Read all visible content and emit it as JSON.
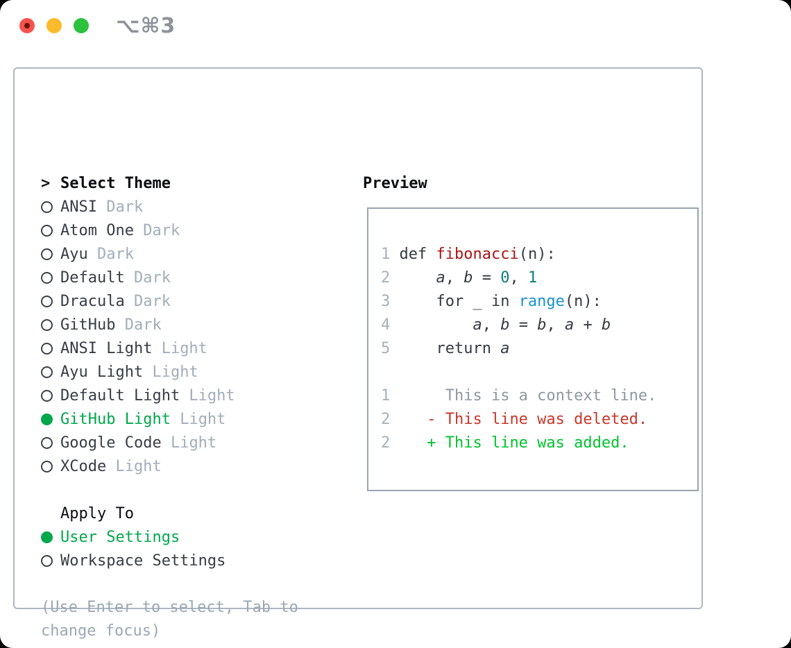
{
  "window": {
    "title": "⌥⌘3",
    "traffic_lights": [
      {
        "icon": "close-light",
        "color": "#f4544d"
      },
      {
        "icon": "minimize-light",
        "color": "#fcba2d"
      },
      {
        "icon": "zoom-light",
        "color": "#2cc23e"
      }
    ]
  },
  "theme_list": {
    "prompt": ">",
    "header": "Select Theme",
    "items": [
      {
        "name": "ANSI",
        "variant": "Dark",
        "selected": false
      },
      {
        "name": "Atom One",
        "variant": "Dark",
        "selected": false
      },
      {
        "name": "Ayu",
        "variant": "Dark",
        "selected": false
      },
      {
        "name": "Default",
        "variant": "Dark",
        "selected": false
      },
      {
        "name": "Dracula",
        "variant": "Dark",
        "selected": false
      },
      {
        "name": "GitHub",
        "variant": "Dark",
        "selected": false
      },
      {
        "name": "ANSI Light",
        "variant": "Light",
        "selected": false
      },
      {
        "name": "Ayu Light",
        "variant": "Light",
        "selected": false
      },
      {
        "name": "Default Light",
        "variant": "Light",
        "selected": false
      },
      {
        "name": "GitHub Light",
        "variant": "Light",
        "selected": true
      },
      {
        "name": "Google Code",
        "variant": "Light",
        "selected": false
      },
      {
        "name": "XCode",
        "variant": "Light",
        "selected": false
      }
    ]
  },
  "apply_to": {
    "header": "Apply To",
    "options": [
      {
        "label": "User Settings",
        "selected": true
      },
      {
        "label": "Workspace Settings",
        "selected": false
      }
    ]
  },
  "hint": "(Use Enter to select, Tab to change focus)",
  "preview": {
    "header": "Preview",
    "lines": [
      [
        {
          "t": "1 ",
          "c": "ln"
        },
        {
          "t": "def ",
          "c": "plain"
        },
        {
          "t": "fibonacci",
          "c": "func"
        },
        {
          "t": "(n):",
          "c": "plain"
        }
      ],
      [
        {
          "t": "2 ",
          "c": "ln"
        },
        {
          "t": "    ",
          "c": "plain"
        },
        {
          "t": "a",
          "c": "var"
        },
        {
          "t": ", ",
          "c": "plain"
        },
        {
          "t": "b",
          "c": "var"
        },
        {
          "t": " = ",
          "c": "plain"
        },
        {
          "t": "0",
          "c": "num"
        },
        {
          "t": ", ",
          "c": "plain"
        },
        {
          "t": "1",
          "c": "num"
        }
      ],
      [
        {
          "t": "3 ",
          "c": "ln"
        },
        {
          "t": "    for _ in ",
          "c": "plain"
        },
        {
          "t": "range",
          "c": "builtin"
        },
        {
          "t": "(n):",
          "c": "plain"
        }
      ],
      [
        {
          "t": "4 ",
          "c": "ln"
        },
        {
          "t": "        ",
          "c": "plain"
        },
        {
          "t": "a",
          "c": "var"
        },
        {
          "t": ", ",
          "c": "plain"
        },
        {
          "t": "b",
          "c": "var"
        },
        {
          "t": " = ",
          "c": "plain"
        },
        {
          "t": "b",
          "c": "var"
        },
        {
          "t": ", ",
          "c": "plain"
        },
        {
          "t": "a",
          "c": "var"
        },
        {
          "t": " + ",
          "c": "plain"
        },
        {
          "t": "b",
          "c": "var"
        }
      ],
      [
        {
          "t": "5 ",
          "c": "ln"
        },
        {
          "t": "    return ",
          "c": "plain"
        },
        {
          "t": "a",
          "c": "var"
        }
      ],
      [],
      [
        {
          "t": "1",
          "c": "ln"
        },
        {
          "t": "      This is a context line.",
          "c": "ctx"
        }
      ],
      [
        {
          "t": "2",
          "c": "ln"
        },
        {
          "t": "    ",
          "c": "plain"
        },
        {
          "t": "- This line was deleted.",
          "c": "del"
        }
      ],
      [
        {
          "t": "2",
          "c": "ln"
        },
        {
          "t": "    ",
          "c": "plain"
        },
        {
          "t": "+ This line was added.",
          "c": "add"
        }
      ]
    ]
  },
  "colors": {
    "selected_green": "#00a84b",
    "added_green": "#00c22e",
    "deleted_red": "#c8362a",
    "function_red": "#a81616",
    "number_teal": "#0d7d74",
    "builtin_blue": "#1792d0",
    "muted_gray": "#a2adb9",
    "panel_border": "#aeb6c0"
  }
}
